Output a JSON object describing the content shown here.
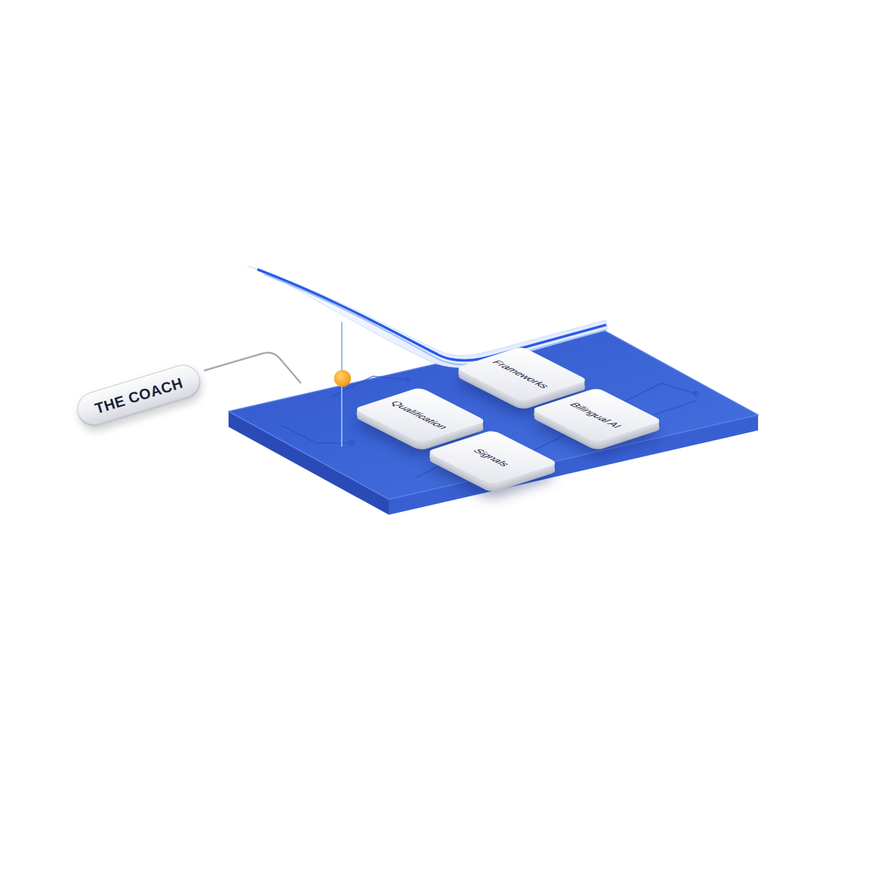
{
  "diagram": {
    "nodes": [
      {
        "text": [
          "THE COACH"
        ]
      },
      {
        "text": [
          "Frameworks"
        ]
      },
      {
        "text": [
          "Qualification"
        ]
      },
      {
        "text": [
          "Bilingual AI"
        ]
      },
      {
        "text": [
          "Signals"
        ]
      }
    ]
  }
}
